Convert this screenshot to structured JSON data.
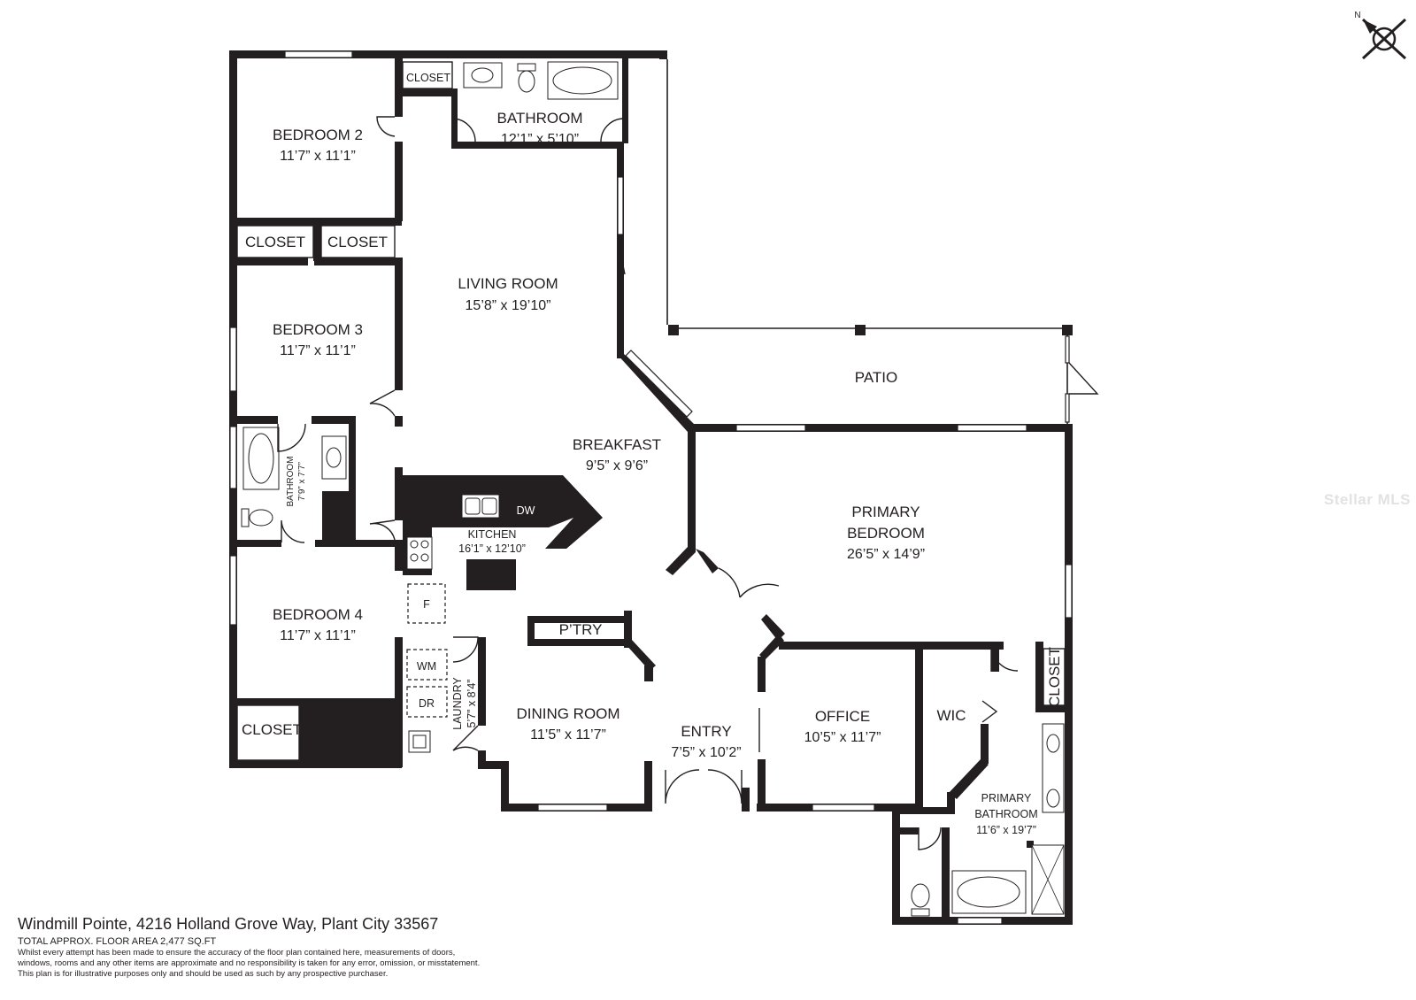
{
  "rooms": {
    "bedroom2": {
      "name": "BEDROOM 2",
      "dim": "11’7” x 11’1”"
    },
    "bedroom3": {
      "name": "BEDROOM 3",
      "dim": "11’7” x 11’1”"
    },
    "bedroom4": {
      "name": "BEDROOM 4",
      "dim": "11’7” x 11’1”"
    },
    "bathroom_top": {
      "name": "BATHROOM",
      "dim": "12’1” x 5’10”"
    },
    "living": {
      "name": "LIVING ROOM",
      "dim": "15’8” x 19’10”"
    },
    "patio": {
      "name": "PATIO"
    },
    "breakfast": {
      "name": "BREAKFAST",
      "dim": "9’5” x 9’6”"
    },
    "kitchen": {
      "name": "KITCHEN",
      "dim": "16’1” x 12’10”"
    },
    "primary_bedroom": {
      "line1": "PRIMARY",
      "line2": "BEDROOM",
      "dim": "26’5” x 14’9”"
    },
    "bathroom_hall": {
      "name": "BATHROOM",
      "dim": "7’9” x 7’7”"
    },
    "laundry": {
      "name": "LAUNDRY",
      "dim": "5’7” x 8’4”"
    },
    "dining": {
      "name": "DINING ROOM",
      "dim": "11’5” x 11’7”"
    },
    "entry": {
      "name": "ENTRY",
      "dim": "7’5” x 10’2”"
    },
    "office": {
      "name": "OFFICE",
      "dim": "10’5” x 11’7”"
    },
    "wic": {
      "name": "WIC"
    },
    "primary_bathroom": {
      "line1": "PRIMARY",
      "line2": "BATHROOM",
      "dim": "11’6” x 19’7”"
    },
    "pantry": {
      "name": "P’TRY"
    }
  },
  "labels": {
    "closet": "CLOSET",
    "dw": "DW",
    "fridge": "F",
    "washer": "WM",
    "dryer": "DR",
    "north": "N"
  },
  "footer": {
    "address": "Windmill Pointe, 4216 Holland Grove Way, Plant City 33567",
    "area": "TOTAL APPROX. FLOOR AREA 2,477 SQ.FT",
    "disclaimer": [
      "Whilst every attempt has been made to ensure the accuracy of the floor plan contained here, measurements of doors,",
      "windows, rooms and any other items are approximate and no responsibility is taken for any error, omission, or misstatement.",
      "This plan is for illustrative purposes only and should be used as such by any prospective purchaser."
    ]
  },
  "watermark": "Stellar MLS"
}
